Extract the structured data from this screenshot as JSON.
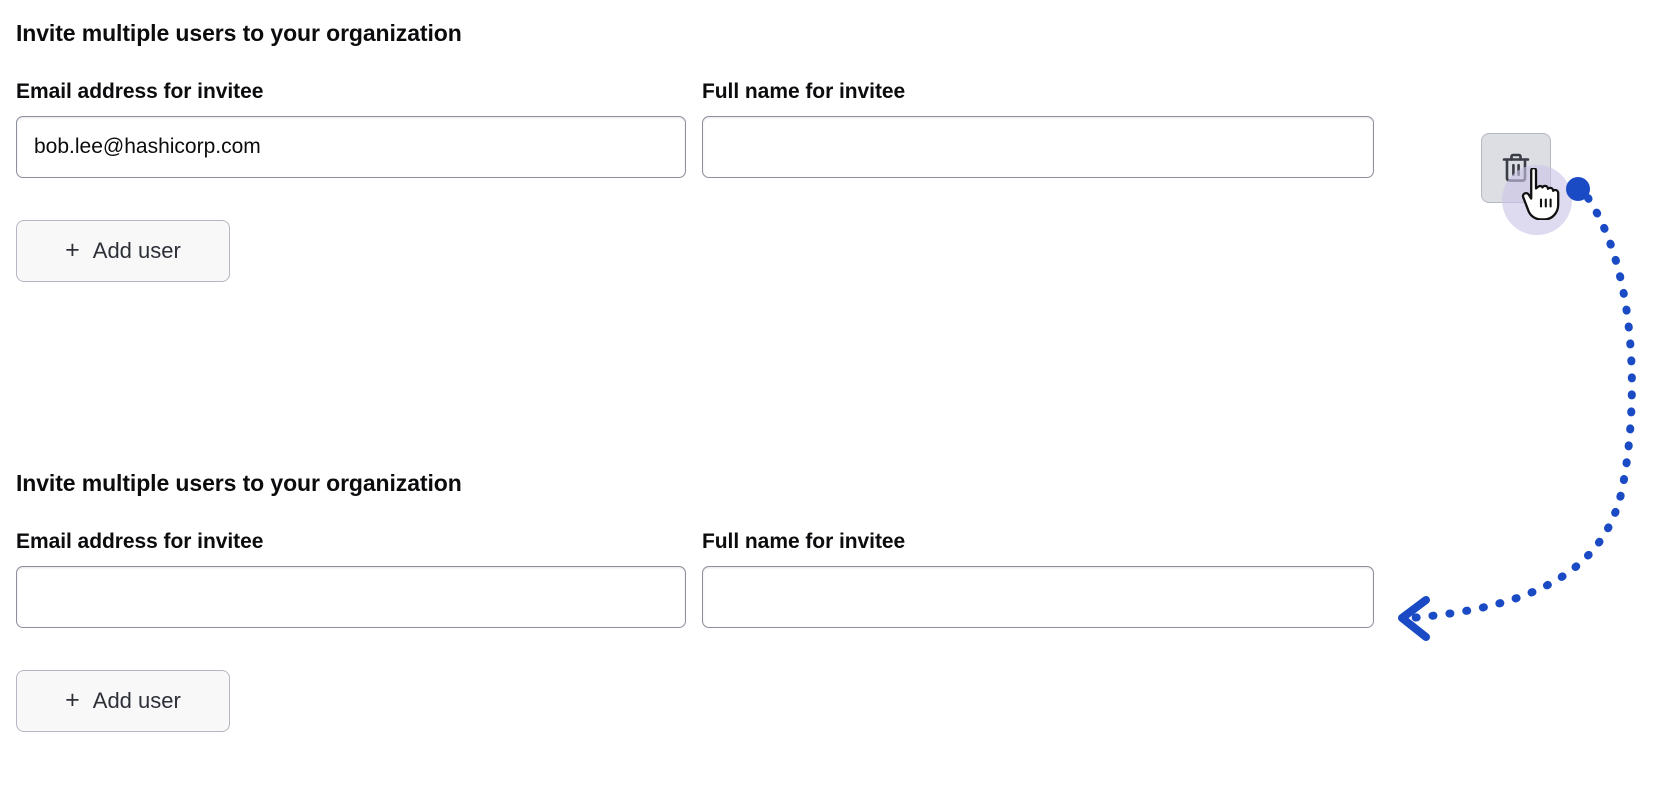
{
  "sections": [
    {
      "heading": "Invite multiple users to your organization",
      "email_field": {
        "label": "Email address for invitee",
        "value": "bob.lee@hashicorp.com",
        "placeholder": ""
      },
      "name_field": {
        "label": "Full name for invitee",
        "value": "",
        "placeholder": ""
      },
      "delete_button": {
        "icon": "trash-icon",
        "visible": true
      },
      "add_user_button": {
        "plus": "+",
        "label": "Add user"
      }
    },
    {
      "heading": "Invite multiple users to your organization",
      "email_field": {
        "label": "Email address for invitee",
        "value": "",
        "placeholder": ""
      },
      "name_field": {
        "label": "Full name for invitee",
        "value": "",
        "placeholder": ""
      },
      "delete_button": {
        "icon": "trash-icon",
        "visible": false
      },
      "add_user_button": {
        "plus": "+",
        "label": "Add user"
      }
    }
  ],
  "annotation": {
    "cursor_icon": "pointer-hand-icon",
    "click_marker_icon": "click-dot-icon",
    "ripple_icon": "click-ripple-icon",
    "arrow_icon": "curved-dotted-arrow-icon",
    "colors": {
      "accent_blue": "#1b4bc4",
      "ripple_purple": "#c9c5e8",
      "input_border": "#8c909c",
      "button_border": "#b4b8c2",
      "button_fill": "#f8f8f9",
      "delete_button_fill": "#dcdee3",
      "text": "#0c0c0e"
    }
  }
}
